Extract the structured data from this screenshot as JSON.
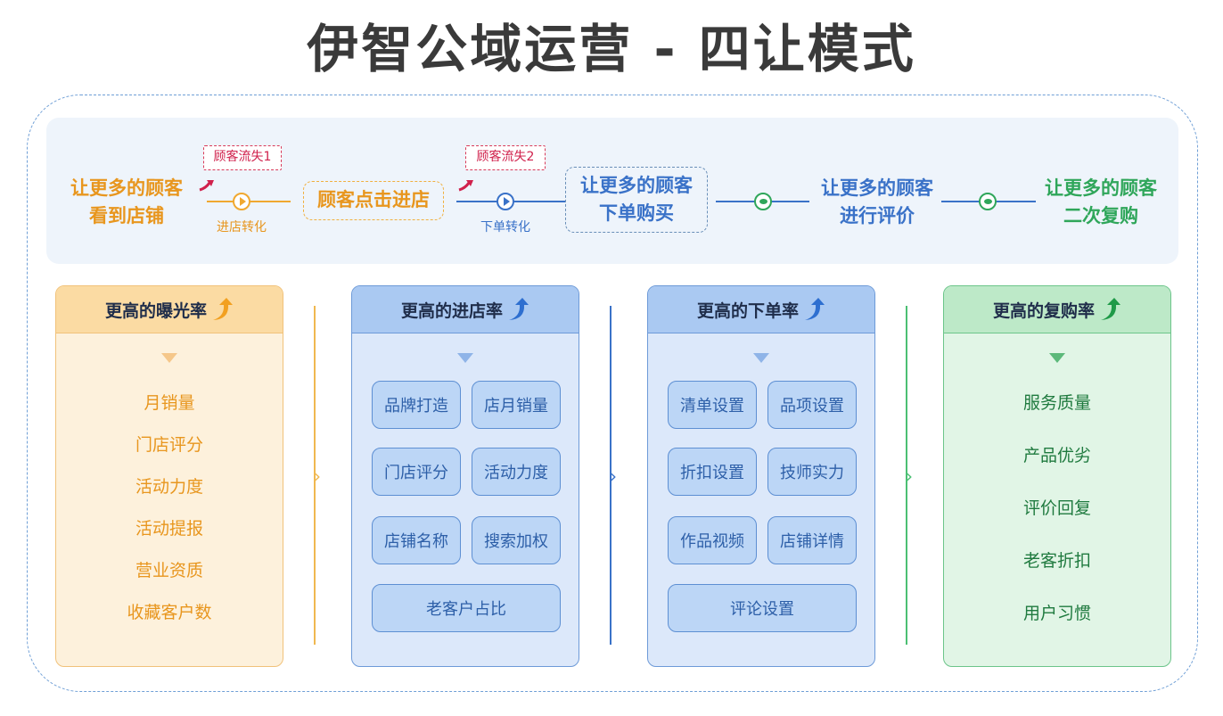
{
  "title": "伊智公域运营 - 四让模式",
  "flow": {
    "step1": [
      "让更多的顾客",
      "看到店铺"
    ],
    "loss1": "顾客流失1",
    "conv1": "进店转化",
    "step2": "顾客点击进店",
    "loss2": "顾客流失2",
    "conv2": "下单转化",
    "step3": [
      "让更多的顾客",
      "下单购买"
    ],
    "step4": [
      "让更多的顾客",
      "进行评价"
    ],
    "step5": [
      "让更多的顾客",
      "二次复购"
    ]
  },
  "columns": [
    {
      "title": "更高的曝光率",
      "color": "#e8961e",
      "items": [
        "月销量",
        "门店评分",
        "活动力度",
        "活动提报",
        "营业资质",
        "收藏客户数"
      ]
    },
    {
      "title": "更高的进店率",
      "color": "#3a72c8",
      "chips": [
        "品牌打造",
        "店月销量",
        "门店评分",
        "活动力度",
        "店铺名称",
        "搜索加权",
        "老客户占比"
      ]
    },
    {
      "title": "更高的下单率",
      "color": "#3a72c8",
      "chips": [
        "清单设置",
        "品项设置",
        "折扣设置",
        "技师实力",
        "作品视频",
        "店铺详情",
        "评论设置"
      ]
    },
    {
      "title": "更高的复购率",
      "color": "#2fa65a",
      "items": [
        "服务质量",
        "产品优劣",
        "评价回复",
        "老客折扣",
        "用户习惯"
      ]
    }
  ]
}
